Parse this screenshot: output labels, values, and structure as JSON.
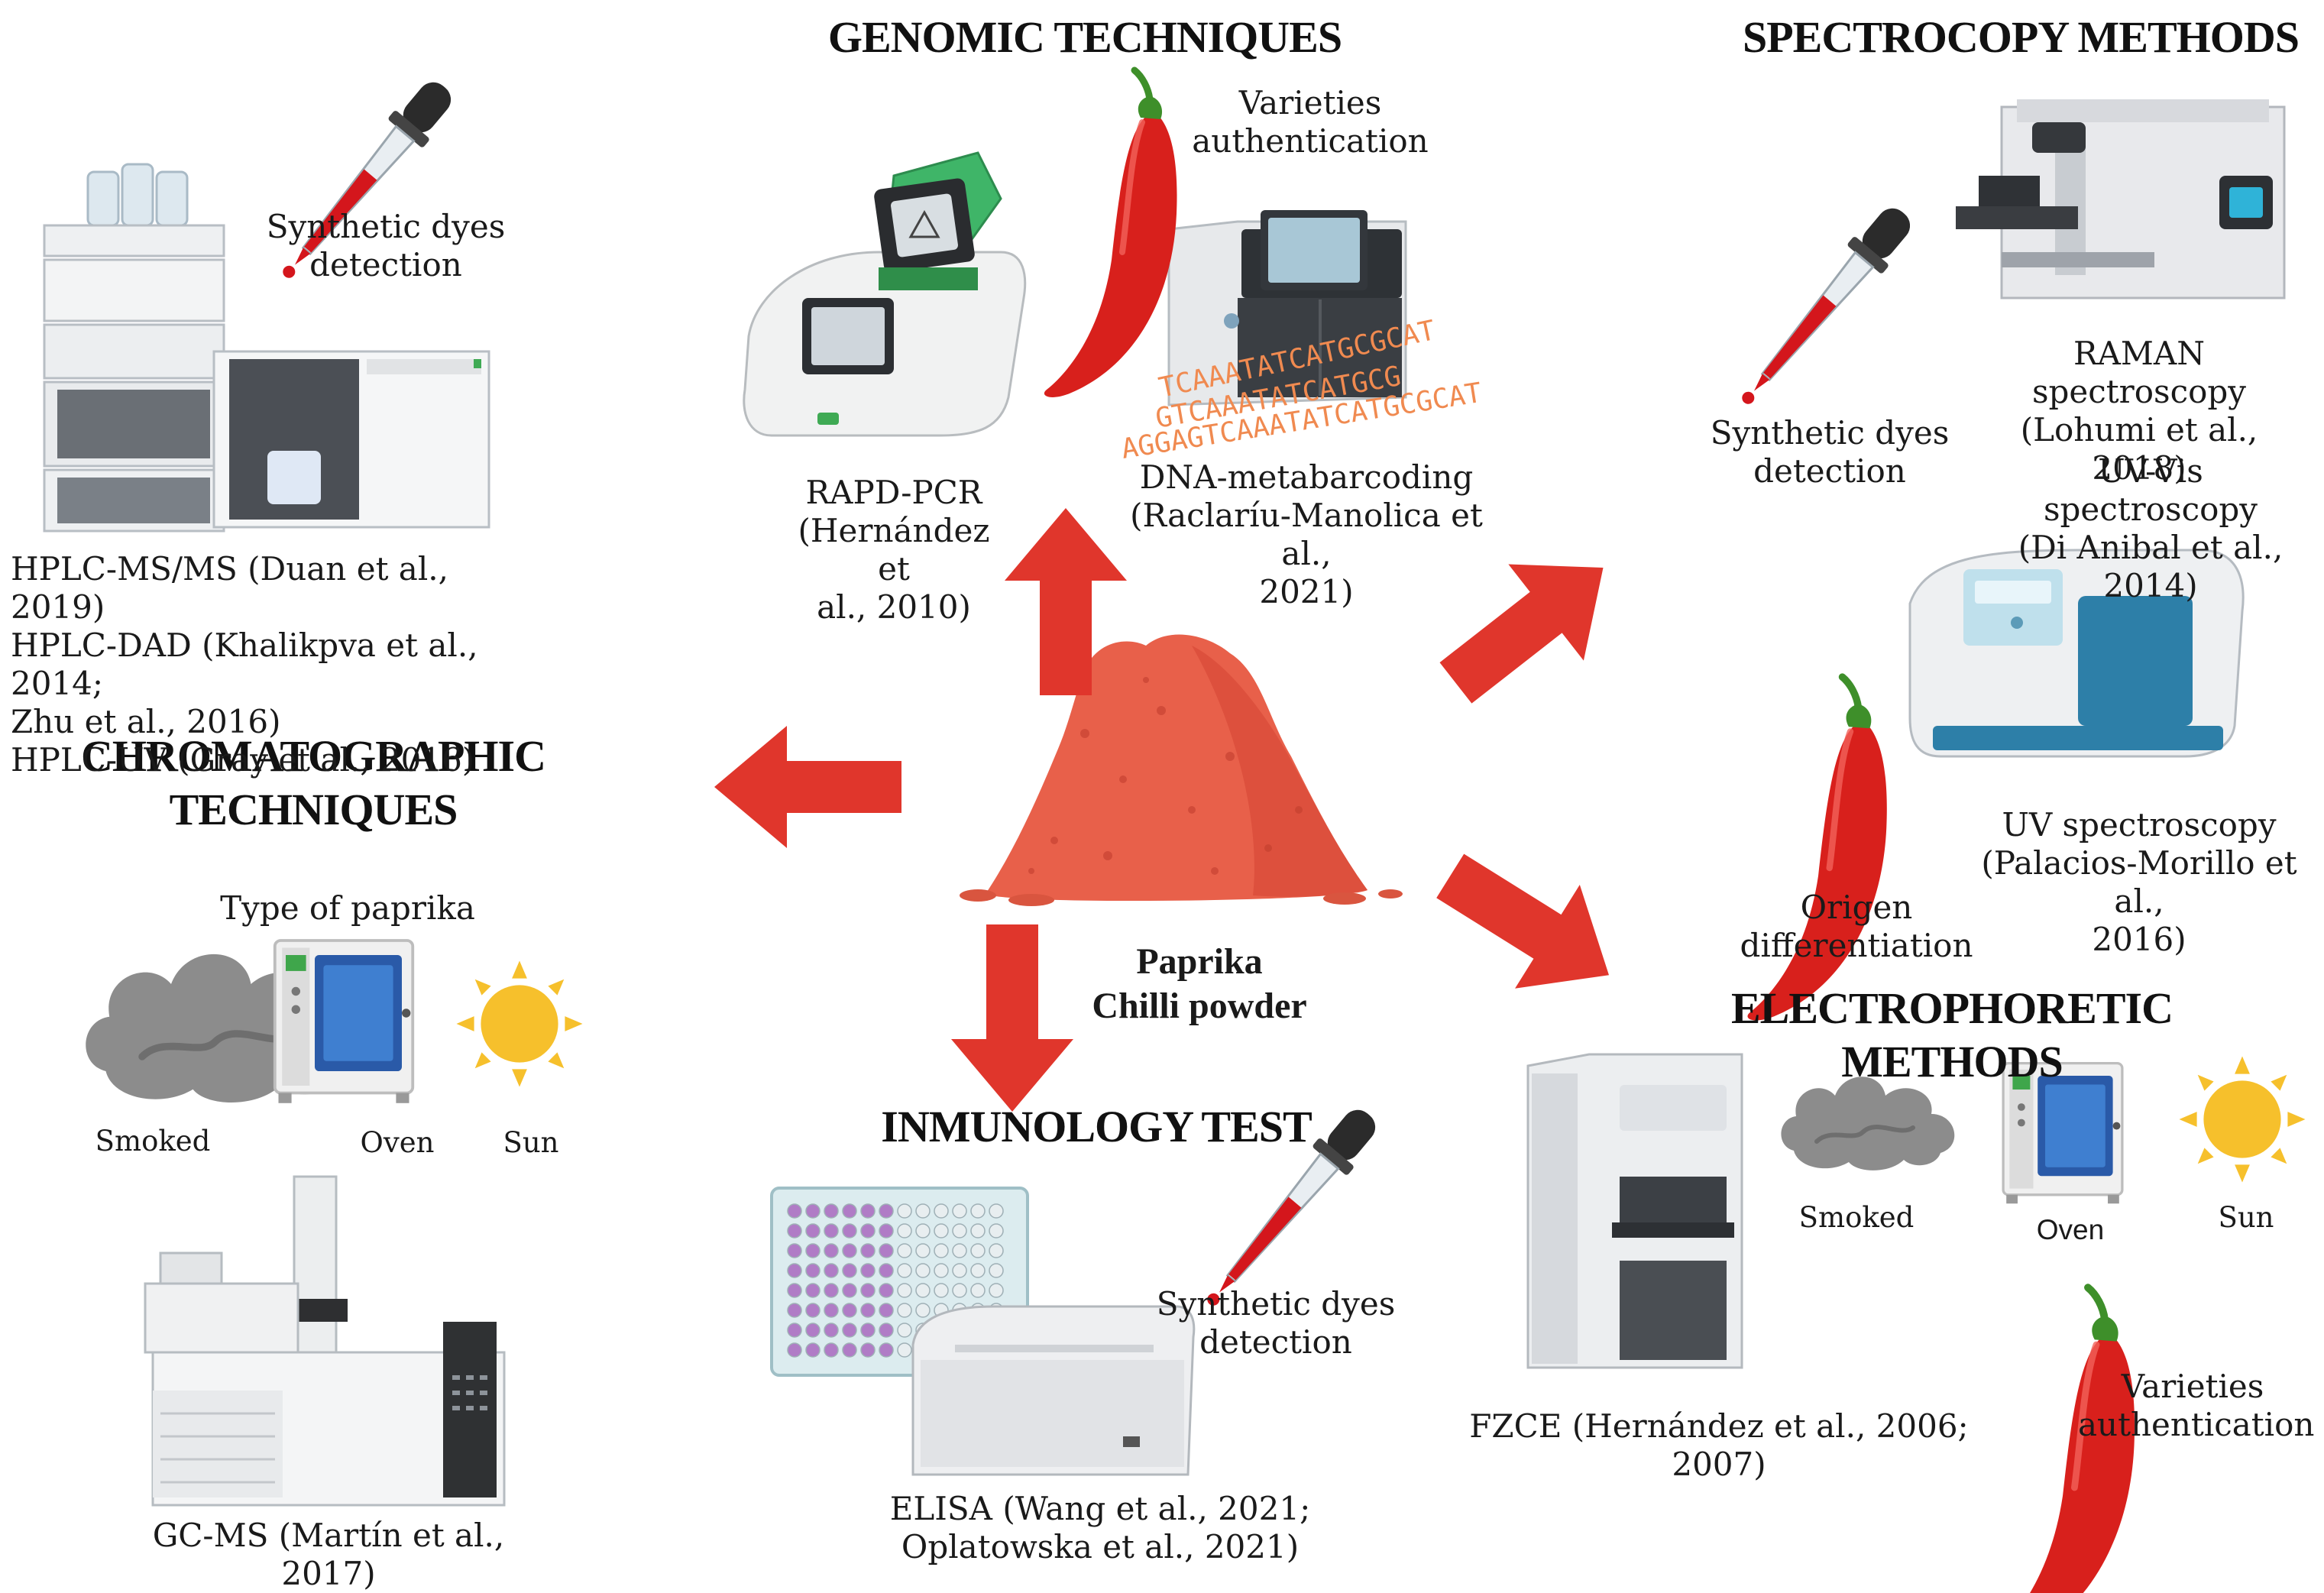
{
  "headings": {
    "genomic": "GENOMIC TECHNIQUES",
    "spectroscopy": "SPECTROCOPY METHODS",
    "chromatographic": "CHROMATOGRAPHIC\nTECHNIQUES",
    "immunology": "INMUNOLOGY TEST",
    "electrophoretic": "ELECTROPHORETIC METHODS"
  },
  "center_label": "Paprika\nChilli powder",
  "labels": {
    "synthetic_dyes_chrom": "Synthetic dyes\ndetection",
    "varieties_genomic": "Varieties\nauthentication",
    "rapd_pcr": "RAPD-PCR\n(Hernández et\nal., 2010)",
    "dna_metabarcoding": "DNA-metabarcoding\n(Raclaríu-Manolica et al.,\n2021)",
    "hplc_list": "HPLC-MS/MS (Duan et al., 2019)\nHPLC-DAD (Khalikpva et al., 2014;\nZhu et al., 2016)\nHPLC-UV (Gray et al., 2016)",
    "type_of_paprika": "Type of paprika",
    "smoked_left": "Smoked",
    "oven_left": "Oven",
    "sun_left": "Sun",
    "gcms": "GC-MS (Martín et al., 2017)",
    "synthetic_dyes_spec": "Synthetic dyes\ndetection",
    "raman": "RAMAN spectroscopy\n(Lohumi et al., 2018)",
    "uvvis": "UV-Vis spectroscopy\n(Di Anibal et al., 2014)",
    "uv": "UV spectroscopy\n(Palacios-Morillo et al.,\n2016)",
    "origen": "Origen\ndifferentiation",
    "synthetic_dyes_immuno": "Synthetic dyes\ndetection",
    "elisa": "ELISA (Wang et al., 2021;\nOplatowska et al., 2021)",
    "smoked_right": "Smoked",
    "oven_right": "Oven",
    "sun_right": "Sun",
    "fzce": "FZCE (Hernández et al., 2006; 2007)",
    "varieties_electro": "Varieties\nauthentication"
  },
  "dna_sequence_lines": [
    "TCAAATATCATGCGCAT",
    "GTCAAATATCATGCG",
    "AGGAGTCAAATATCATGCGCAT"
  ],
  "colors": {
    "arrow": "#e0362c",
    "chili": "#d8201c",
    "powder": "#e8604a",
    "sun": "#f6c02c",
    "oven_blue": "#2a5aa8",
    "dna_text": "#f08a50"
  }
}
